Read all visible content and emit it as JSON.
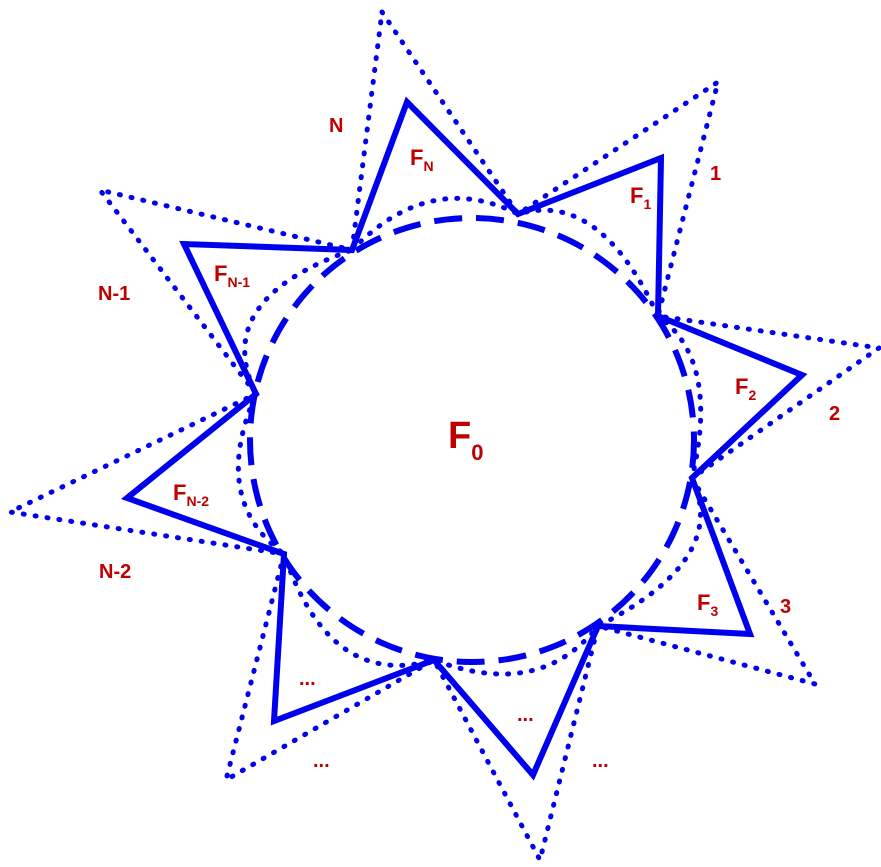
{
  "colors": {
    "lines": "#0000ee",
    "labels": "#c00000",
    "background": "#ffffff"
  },
  "center_label": {
    "base": "F",
    "sub": "0"
  },
  "face_labels": [
    {
      "id": "fn",
      "base": "F",
      "sub": "N"
    },
    {
      "id": "f1",
      "base": "F",
      "sub": "1"
    },
    {
      "id": "f2",
      "base": "F",
      "sub": "2"
    },
    {
      "id": "f3",
      "base": "F",
      "sub": "3"
    },
    {
      "id": "fn1",
      "base": "F",
      "sub": "N-1"
    },
    {
      "id": "fn2",
      "base": "F",
      "sub": "N-2"
    }
  ],
  "index_labels": [
    {
      "id": "idx-n",
      "text": "N"
    },
    {
      "id": "idx-1",
      "text": "1"
    },
    {
      "id": "idx-2",
      "text": "2"
    },
    {
      "id": "idx-3",
      "text": "3"
    },
    {
      "id": "idx-n1",
      "text": "N-1"
    },
    {
      "id": "idx-n2",
      "text": "N-2"
    }
  ],
  "ellipsis_labels": [
    {
      "id": "dots-a",
      "text": "..."
    },
    {
      "id": "dots-b",
      "text": "..."
    },
    {
      "id": "dots-c",
      "text": "..."
    },
    {
      "id": "dots-d",
      "text": "..."
    }
  ]
}
